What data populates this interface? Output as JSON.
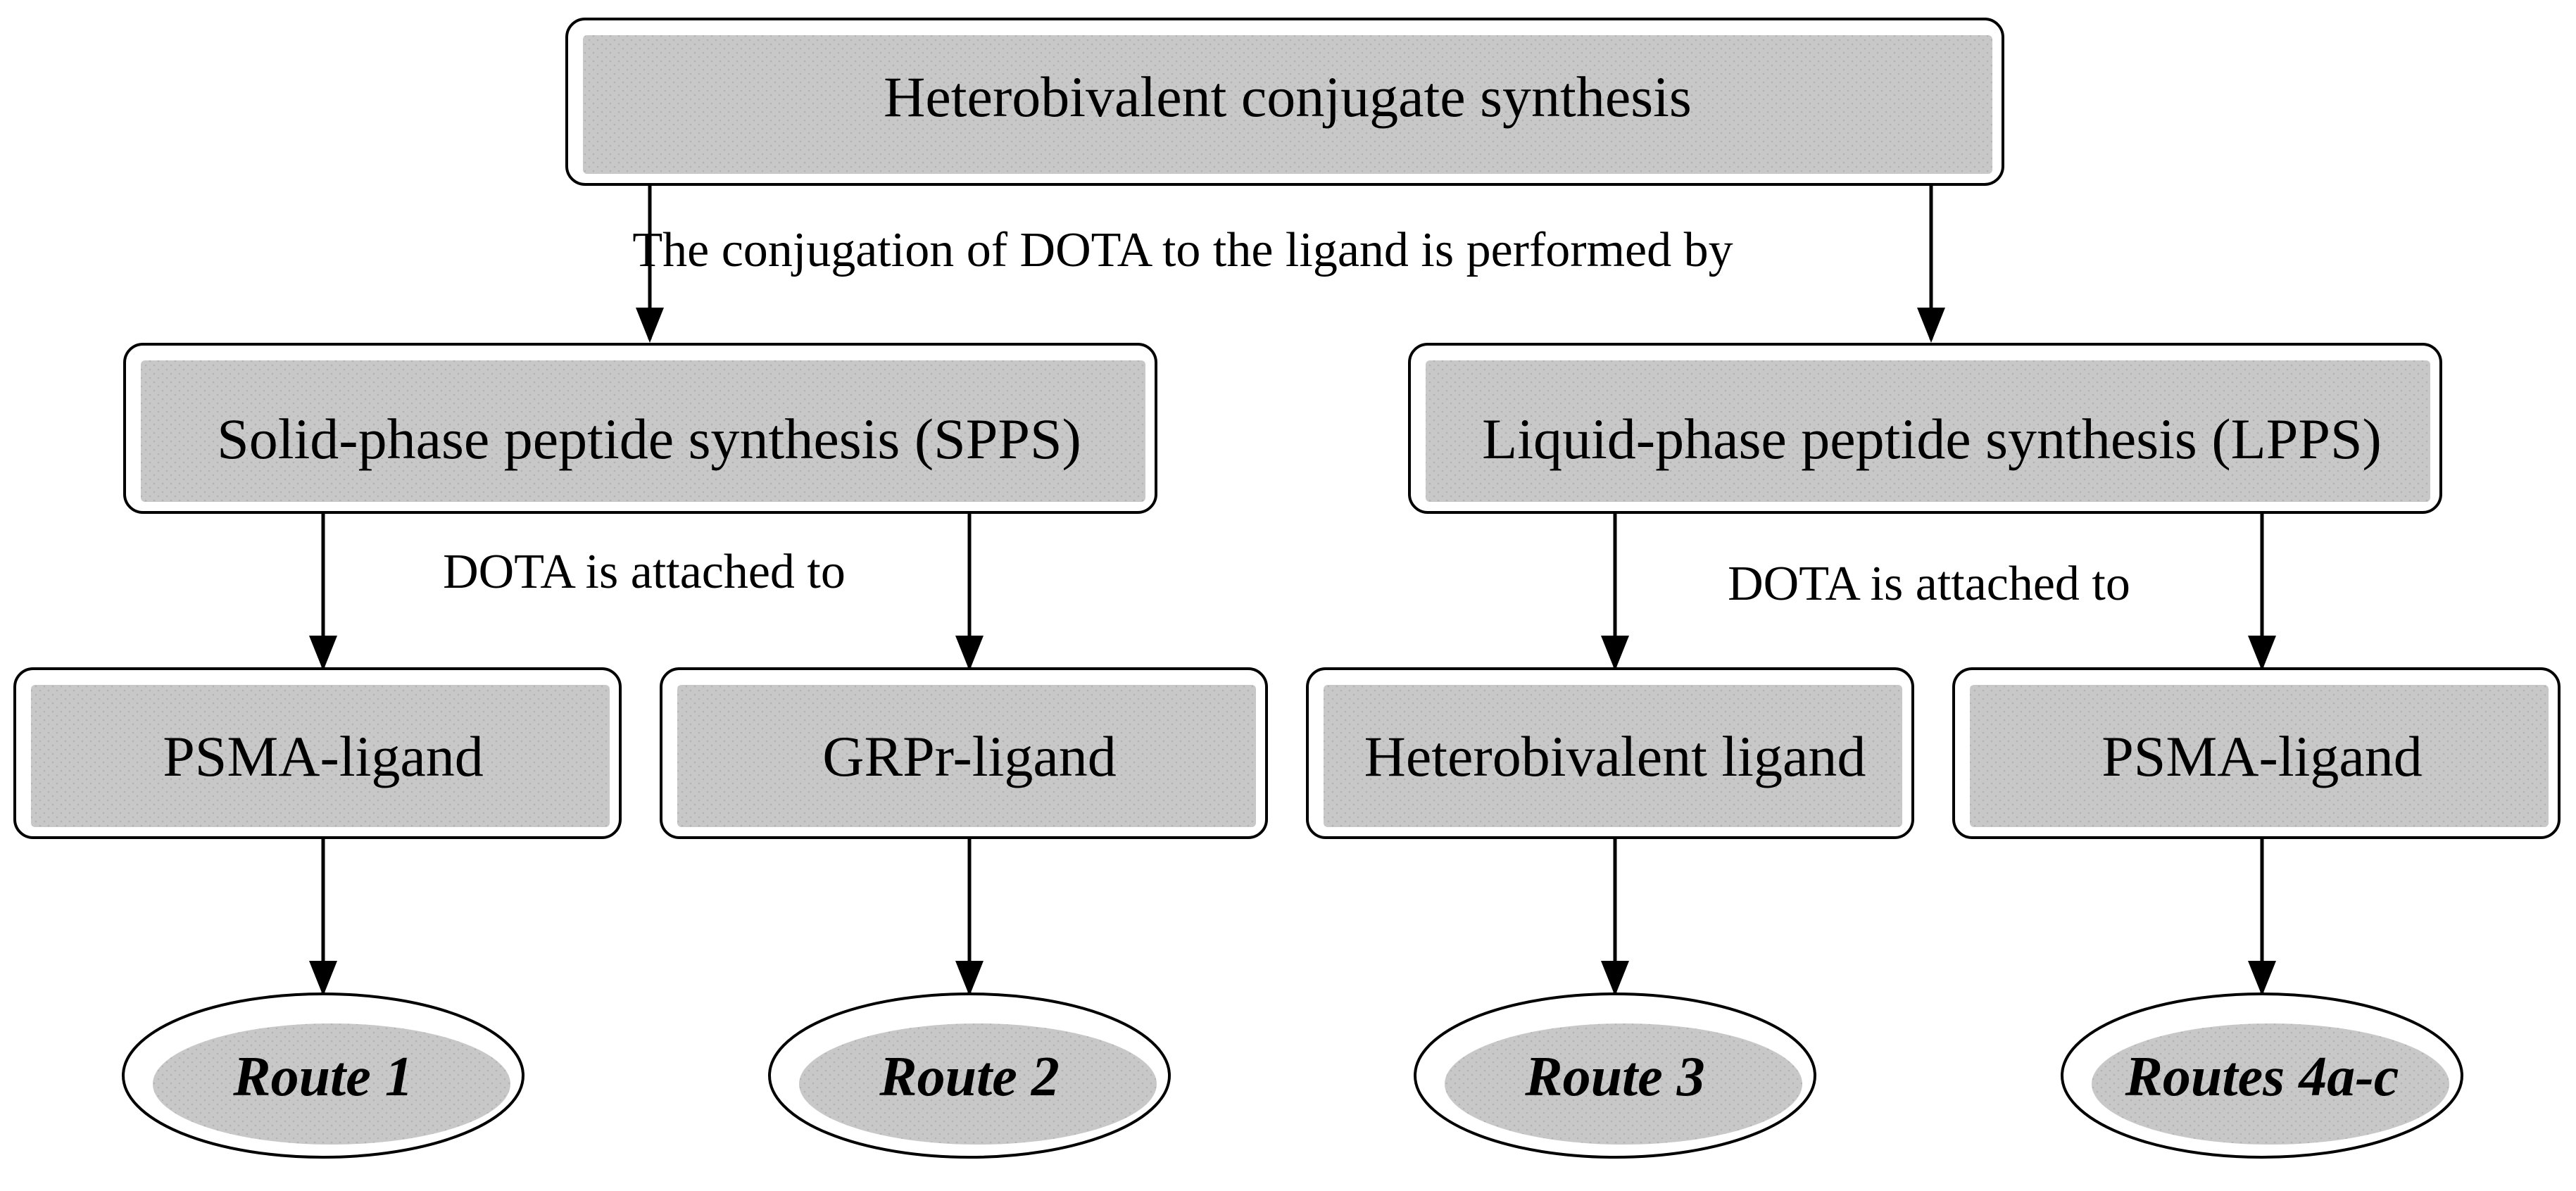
{
  "colors": {
    "box_fill": "#c8c8c8",
    "box_dots": "#b3b3b3",
    "outline": "#000000",
    "text": "#000000"
  },
  "diagram": {
    "root": {
      "label": "Heterobivalent conjugate synthesis"
    },
    "root_caption": "The conjugation of DOTA to the ligand is performed by",
    "methods": [
      {
        "label": "Solid-phase peptide synthesis (SPPS)",
        "caption": "DOTA is attached to",
        "targets": [
          {
            "label": "PSMA-ligand",
            "route": "Route 1"
          },
          {
            "label": "GRPr-ligand",
            "route": "Route 2"
          }
        ]
      },
      {
        "label": "Liquid-phase peptide synthesis (LPPS)",
        "caption": "DOTA is attached to",
        "targets": [
          {
            "label": "Heterobivalent ligand",
            "route": "Route 3"
          },
          {
            "label": "PSMA-ligand",
            "route": "Routes 4a-c"
          }
        ]
      }
    ]
  }
}
